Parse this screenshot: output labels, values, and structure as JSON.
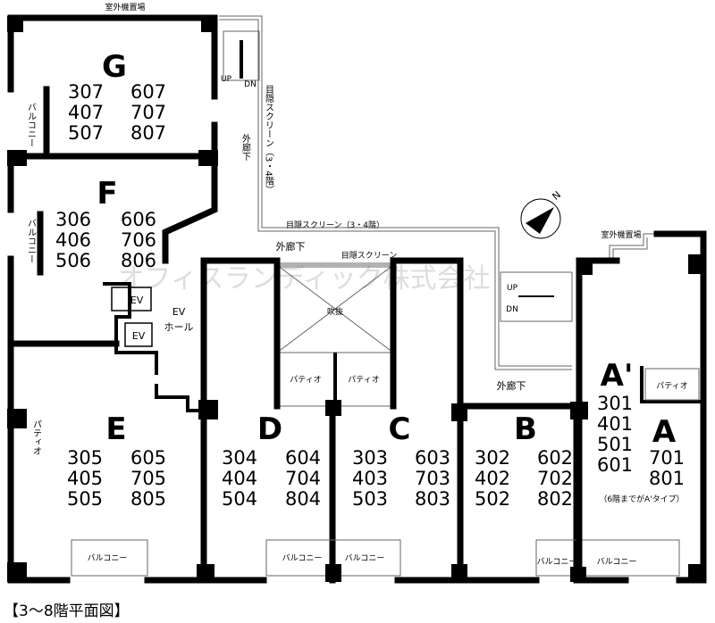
{
  "caption": "【3〜8階平面図】",
  "watermark": "オフィスランディック株式会社",
  "labels": {
    "outdoor_unit_top": "室外機置場",
    "outdoor_unit_right": "室外機置場",
    "ext_corridor_vertical": "外廊下",
    "ext_corridor_top": "外廊下",
    "ext_corridor_right": "外廊下",
    "screen_vertical": "目隠スクリーン（3・4階）",
    "screen_horizontal": "目隠スクリーン（3・4階）",
    "screen_atrium": "目隠スクリーン",
    "atrium": "吹抜",
    "ev1": "EV",
    "ev2": "EV",
    "ev_hall_1": "EV",
    "ev_hall_2": "ホール",
    "patio": "パティオ",
    "balcony": "バルコニー",
    "up": "UP",
    "dn": "DN",
    "compass_n": "N",
    "a_note": "（6階までがA'タイプ）"
  },
  "units": {
    "G": {
      "name": "G",
      "left": [
        "307",
        "407",
        "507"
      ],
      "right": [
        "607",
        "707",
        "807"
      ]
    },
    "F": {
      "name": "F",
      "left": [
        "306",
        "406",
        "506"
      ],
      "right": [
        "606",
        "706",
        "806"
      ]
    },
    "E": {
      "name": "E",
      "left": [
        "305",
        "405",
        "505"
      ],
      "right": [
        "605",
        "705",
        "805"
      ]
    },
    "D": {
      "name": "D",
      "left": [
        "304",
        "404",
        "504"
      ],
      "right": [
        "604",
        "704",
        "804"
      ]
    },
    "C": {
      "name": "C",
      "left": [
        "303",
        "403",
        "503"
      ],
      "right": [
        "603",
        "703",
        "803"
      ]
    },
    "B": {
      "name": "B",
      "left": [
        "302",
        "402",
        "502"
      ],
      "right": [
        "602",
        "702",
        "802"
      ]
    },
    "A_prime": {
      "name": "A'",
      "rooms": [
        "301",
        "401",
        "501",
        "601"
      ]
    },
    "A": {
      "name": "A",
      "rooms": [
        "701",
        "801"
      ]
    }
  }
}
